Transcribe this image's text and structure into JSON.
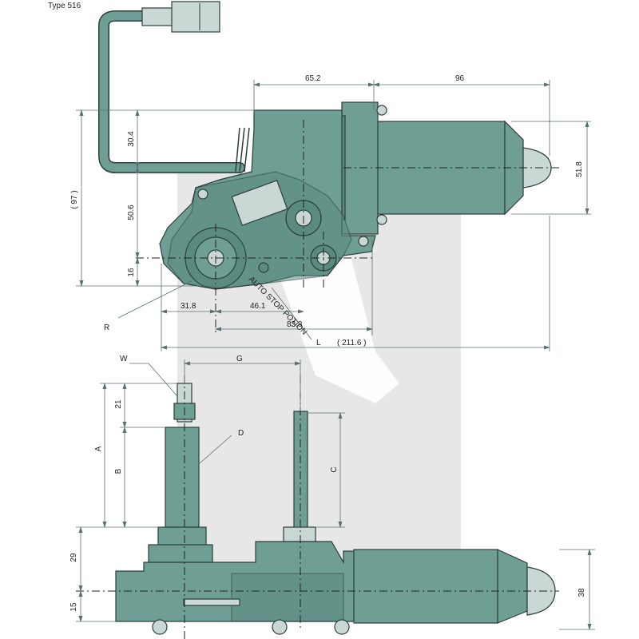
{
  "title": "Type 516",
  "top_view": {
    "dimensions": {
      "d_65_2": "65.2",
      "d_96": "96",
      "d_30_4": "30.4",
      "d_97": "( 97 )",
      "d_50_6": "50.6",
      "d_51_8": "51.8",
      "d_16": "16",
      "d_31_8": "31.8",
      "d_46_1": "46.1",
      "d_83_8": "83.8",
      "d_211_6": "( 211.6 )"
    },
    "labels": {
      "R": "R",
      "L": "L",
      "auto_stop": "AUTO STOP POTION"
    }
  },
  "side_view": {
    "labels": {
      "W": "W",
      "G": "G",
      "D": "D",
      "A": "A",
      "B": "B",
      "C": "C"
    },
    "dimensions": {
      "d_21": "21",
      "d_29": "29",
      "d_15": "15",
      "d_38": "38"
    }
  },
  "colors": {
    "body": "#6f9e95",
    "outline": "#2c3e3a",
    "dimension": "#5a7070"
  }
}
